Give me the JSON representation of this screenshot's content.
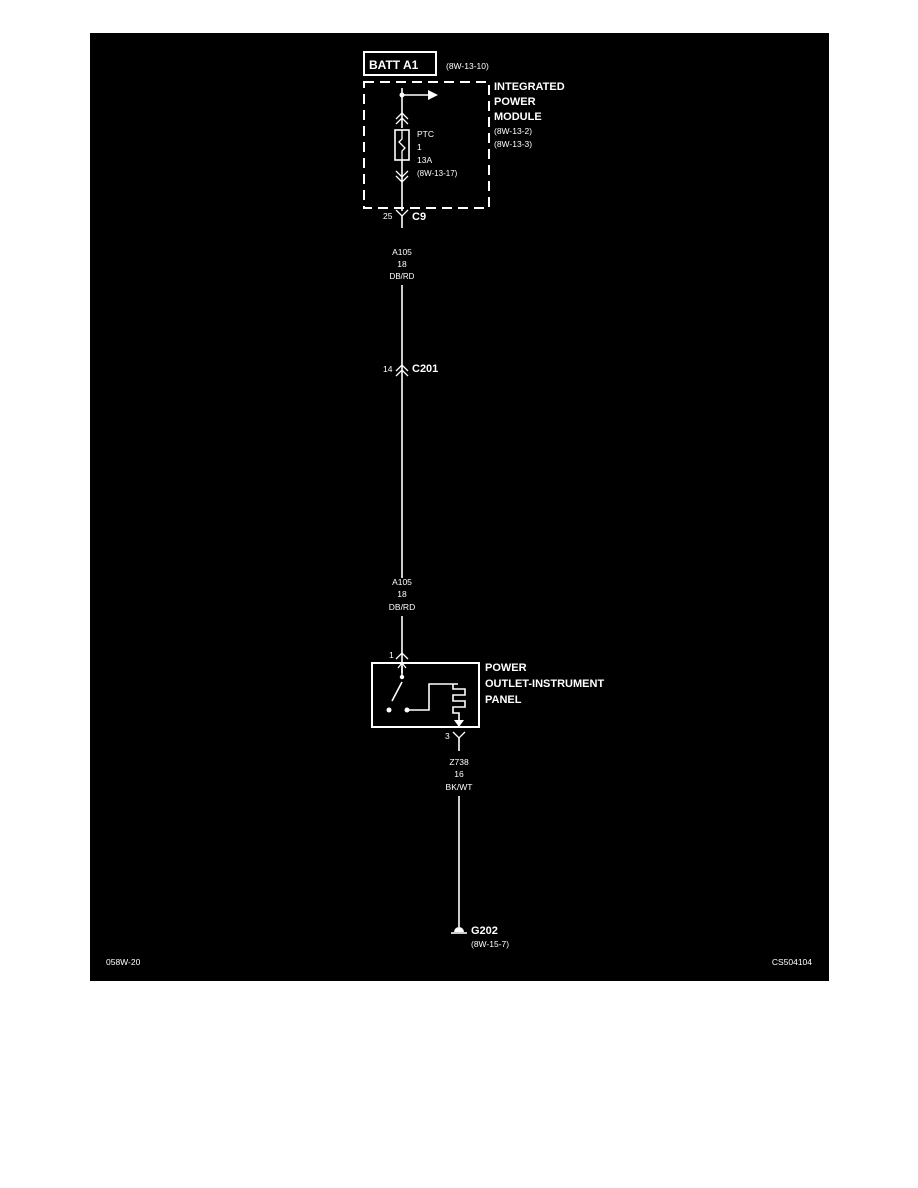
{
  "power_source": {
    "label": "BATT A1",
    "ref": "(8W-13-10)"
  },
  "ipm": {
    "name_lines": [
      "INTEGRATED",
      "POWER",
      "MODULE"
    ],
    "refs": [
      "(8W-13-2)",
      "(8W-13-3)"
    ],
    "fuse": {
      "type": "PTC",
      "number": "1",
      "rating": "13A",
      "ref": "(8W-13-17)"
    }
  },
  "connector_c9": {
    "pin": "25",
    "name": "C9"
  },
  "wire_top": {
    "circuit": "A105",
    "gauge": "18",
    "color": "DB/RD"
  },
  "connector_c201": {
    "pin": "14",
    "name": "C201"
  },
  "wire_mid": {
    "circuit": "A105",
    "gauge": "18",
    "color": "DB/RD"
  },
  "outlet": {
    "pin_in": "1",
    "pin_out": "3",
    "name_lines": [
      "POWER",
      "OUTLET-INSTRUMENT",
      "PANEL"
    ]
  },
  "wire_bottom": {
    "circuit": "Z738",
    "gauge": "16",
    "color": "BK/WT"
  },
  "ground": {
    "name": "G202",
    "ref": "(8W-15-7)"
  },
  "footer": {
    "left": "058W-20",
    "right": "CS504104"
  },
  "colors": {
    "background": "#000000",
    "ink": "#ffffff",
    "page": "#ffffff"
  }
}
